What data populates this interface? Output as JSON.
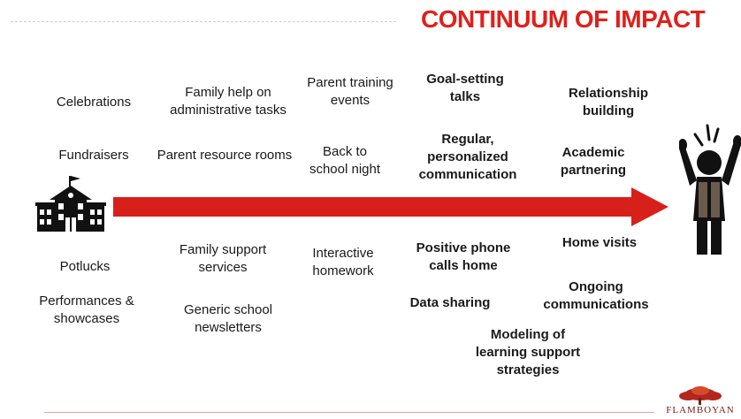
{
  "title": "CONTINUUM OF IMPACT",
  "labels": {
    "celebrations": "Celebrations",
    "fundraisers": "Fundraisers",
    "potlucks": "Potlucks",
    "performances": "Performances &\nshowcases",
    "family_help": "Family help on\nadministrative tasks",
    "parent_resource": "Parent resource rooms",
    "family_support": "Family support\nservices",
    "generic_newsletters": "Generic school\nnewsletters",
    "parent_training": "Parent training\nevents",
    "back_to_school": "Back to\nschool night",
    "interactive_homework": "Interactive\nhomework",
    "goal_setting": "Goal-setting\ntalks",
    "regular_comm": "Regular,\npersonalized\ncommunication",
    "positive_phone": "Positive phone\ncalls home",
    "data_sharing": "Data sharing",
    "modeling": "Modeling of\nlearning support\nstrategies",
    "relationship": "Relationship\nbuilding",
    "academic": "Academic\npartnering",
    "home_visits": "Home visits",
    "ongoing": "Ongoing\ncommunications"
  },
  "logo": {
    "text": "FLAMBOYAN"
  },
  "colors": {
    "accent": "#e0201b",
    "arrow": "#d8201a",
    "icon": "#111111"
  },
  "icons": {
    "left": "school-building-icon",
    "right": "cheering-student-icon"
  }
}
